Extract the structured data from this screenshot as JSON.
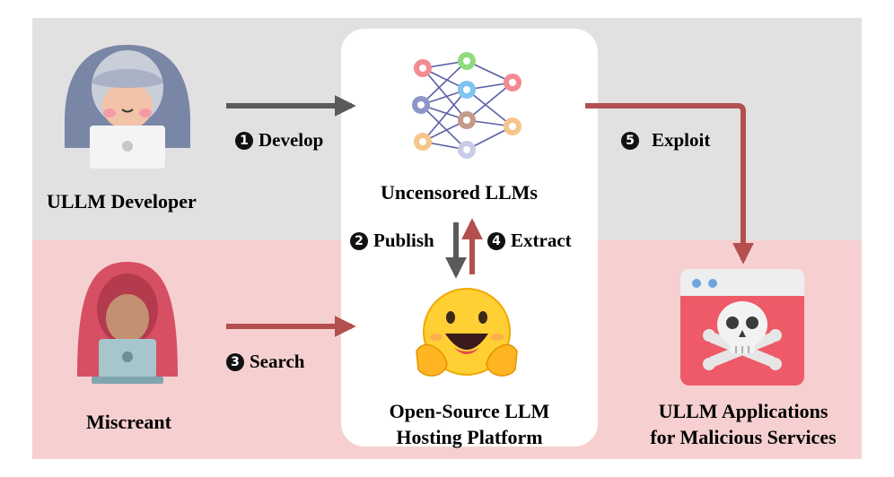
{
  "actors": {
    "developer": {
      "label": "ULLM Developer",
      "icon": "hooded-developer-icon"
    },
    "miscreant": {
      "label": "Miscreant",
      "icon": "hooded-miscreant-icon"
    }
  },
  "nodes": {
    "llms": {
      "label": "Uncensored LLMs",
      "icon": "neural-network-icon"
    },
    "platform": {
      "line1": "Open-Source LLM",
      "line2": "Hosting Platform",
      "icon": "hugging-face-icon"
    },
    "apps": {
      "line1": "ULLM Applications",
      "line2": "for Malicious Services",
      "icon": "malicious-browser-skull-icon"
    }
  },
  "steps": [
    {
      "num": "1",
      "label": "Develop"
    },
    {
      "num": "2",
      "label": "Publish"
    },
    {
      "num": "3",
      "label": "Search"
    },
    {
      "num": "4",
      "label": "Extract"
    },
    {
      "num": "5",
      "label": "Exploit"
    }
  ],
  "colors": {
    "top_band": "#e1e1e1",
    "bottom_band": "#f6d0d0",
    "gray_arrow": "#5a5a5a",
    "red_arrow": "#b3504f"
  }
}
